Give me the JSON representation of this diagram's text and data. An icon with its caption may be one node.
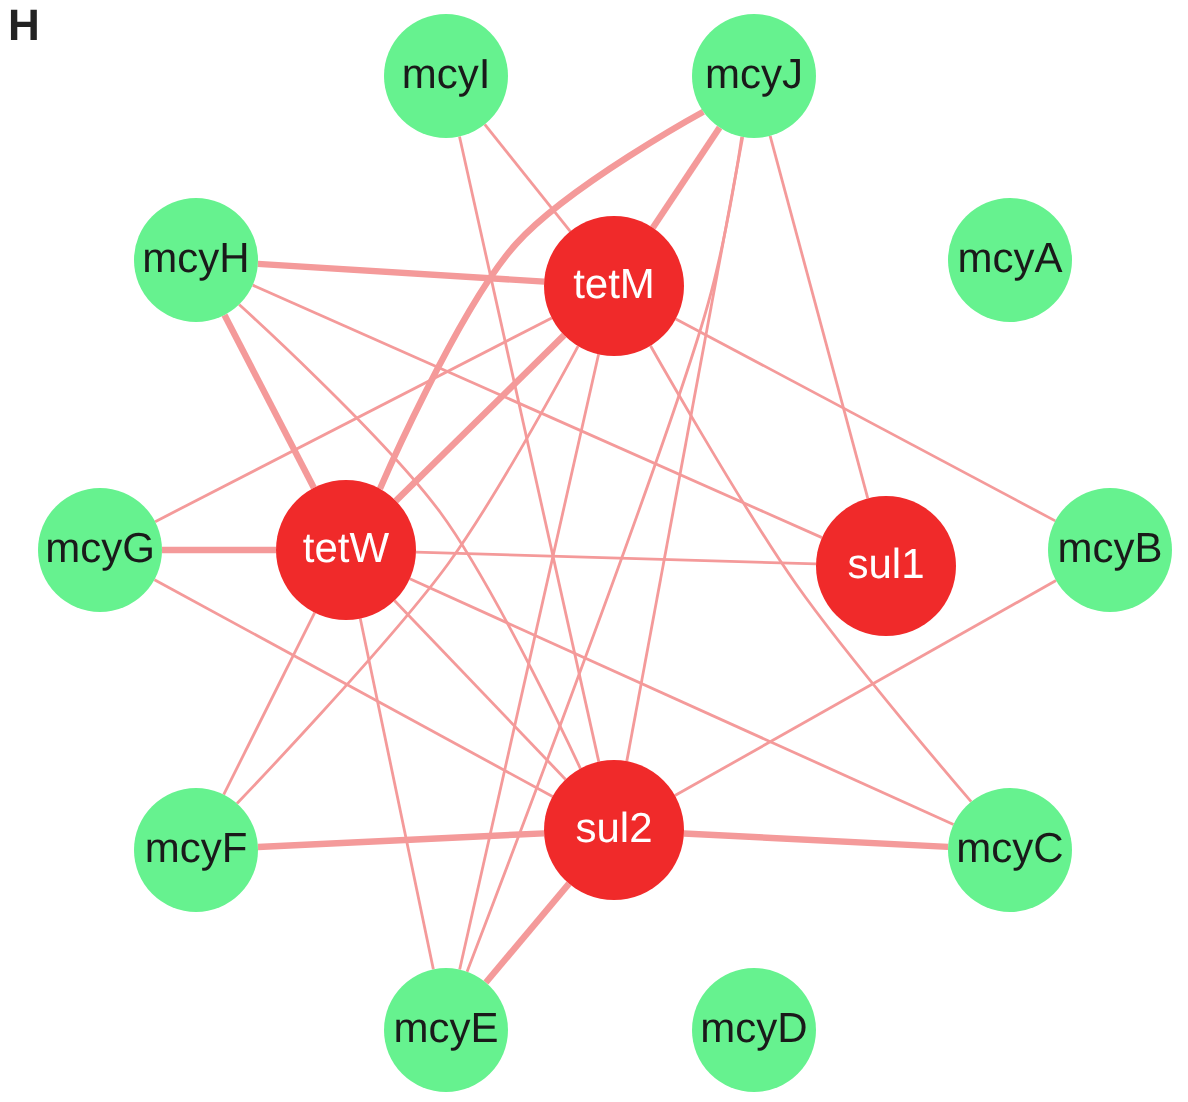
{
  "diagram": {
    "nodes": [
      {
        "text": [
          "mcyI"
        ]
      },
      {
        "text": [
          "mcyJ"
        ]
      },
      {
        "text": [
          "mcyH"
        ]
      },
      {
        "text": [
          "tetM"
        ]
      },
      {
        "text": [
          "mcyA"
        ]
      },
      {
        "text": [
          "mcyG"
        ]
      },
      {
        "text": [
          "tetW"
        ]
      },
      {
        "text": [
          "sul1"
        ]
      },
      {
        "text": [
          "mcyB"
        ]
      },
      {
        "text": [
          "mcyF"
        ]
      },
      {
        "text": [
          "sul2"
        ]
      },
      {
        "text": [
          "mcyC"
        ]
      },
      {
        "text": [
          "mcyE"
        ]
      },
      {
        "text": [
          "mcyD"
        ]
      }
    ],
    "edges": [
      {
        "from": 3,
        "to": 0,
        "arrow": "none"
      },
      {
        "from": 3,
        "to": 1,
        "arrow": "none",
        "style": "thick"
      },
      {
        "from": 3,
        "to": 2,
        "arrow": "none",
        "style": "thick"
      },
      {
        "from": 3,
        "to": 6,
        "arrow": "none",
        "style": "thick"
      },
      {
        "from": 3,
        "to": 5,
        "arrow": "none"
      },
      {
        "from": 3,
        "to": 8,
        "arrow": "none"
      },
      {
        "from": 3,
        "to": 11,
        "arrow": "none"
      },
      {
        "from": 3,
        "to": 12,
        "arrow": "none"
      },
      {
        "from": 3,
        "to": 9,
        "arrow": "none"
      },
      {
        "from": 2,
        "to": 6,
        "arrow": "none",
        "style": "thick"
      },
      {
        "from": 2,
        "to": 10,
        "arrow": "none"
      },
      {
        "from": 2,
        "to": 7,
        "arrow": "none"
      },
      {
        "from": 0,
        "to": 10,
        "arrow": "none"
      },
      {
        "from": 1,
        "to": 6,
        "arrow": "none",
        "style": "thick"
      },
      {
        "from": 1,
        "to": 10,
        "arrow": "none"
      },
      {
        "from": 1,
        "to": 7,
        "arrow": "none"
      },
      {
        "from": 1,
        "to": 12,
        "arrow": "none"
      },
      {
        "from": 6,
        "to": 5,
        "arrow": "none",
        "style": "thick"
      },
      {
        "from": 6,
        "to": 7,
        "arrow": "none"
      },
      {
        "from": 6,
        "to": 11,
        "arrow": "none"
      },
      {
        "from": 6,
        "to": 9,
        "arrow": "none"
      },
      {
        "from": 6,
        "to": 12,
        "arrow": "none"
      },
      {
        "from": 6,
        "to": 10,
        "arrow": "none"
      },
      {
        "from": 10,
        "to": 9,
        "arrow": "none",
        "style": "thick"
      },
      {
        "from": 10,
        "to": 11,
        "arrow": "none",
        "style": "thick"
      },
      {
        "from": 10,
        "to": 8,
        "arrow": "none"
      },
      {
        "from": 10,
        "to": 12,
        "arrow": "none",
        "style": "thick"
      },
      {
        "from": 10,
        "to": 5,
        "arrow": "none"
      }
    ],
    "labels": [
      "H"
    ]
  }
}
